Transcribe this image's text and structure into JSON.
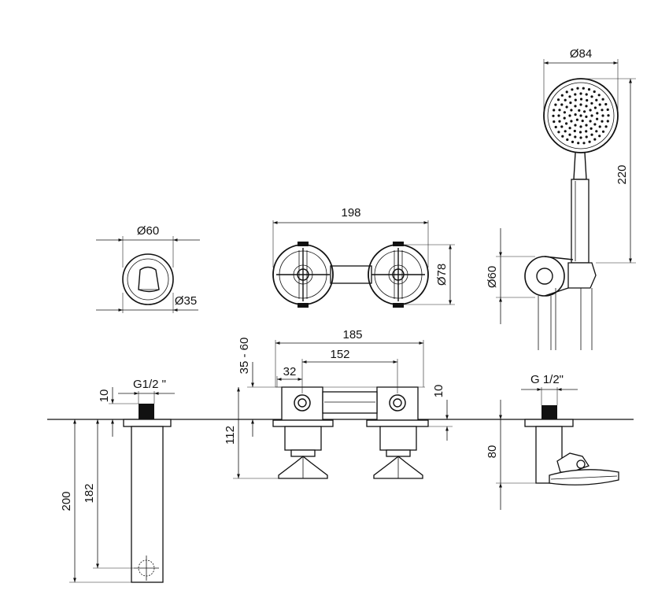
{
  "dimensions": {
    "valve_knob_diameter": "Ø60",
    "valve_stem_diameter": "Ø35",
    "mixer_width": "198",
    "handle_diameter": "Ø78",
    "showerhead_diameter": "Ø84",
    "hand_shower_length": "220",
    "holder_diameter": "Ø60",
    "overall_width": "185",
    "handle_spacing": "152",
    "deck_height_range": "35 - 60",
    "outlet_offset": "32",
    "thread_spout": "G1/2 \"",
    "thread_holder": "G 1/2\"",
    "flange_thickness_left": "10",
    "flange_thickness_mid": "10",
    "mixer_height": "112",
    "holder_height": "80",
    "spout_length_total": "200",
    "spout_length_outlet": "182"
  }
}
